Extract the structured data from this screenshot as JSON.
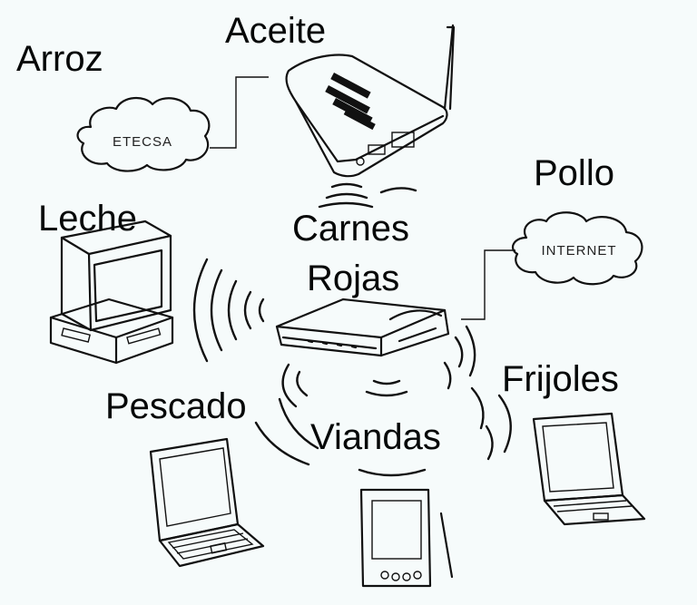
{
  "labels": {
    "arroz": "Arroz",
    "aceite": "Aceite",
    "pollo": "Pollo",
    "leche": "Leche",
    "carnes": "Carnes",
    "rojas": "Rojas",
    "frijoles": "Frijoles",
    "pescado": "Pescado",
    "viandas": "Viandas"
  },
  "clouds": {
    "etecsa": "ETECSA",
    "internet": "INTERNET"
  },
  "colors": {
    "background": "#f6fbfb",
    "ink": "#111111",
    "text": "#060808"
  },
  "icons": [
    "usb-modem-icon",
    "router-icon",
    "desktop-computer-icon",
    "laptop-icon",
    "pda-icon",
    "cloud-icon",
    "wireless-waves-icon"
  ]
}
